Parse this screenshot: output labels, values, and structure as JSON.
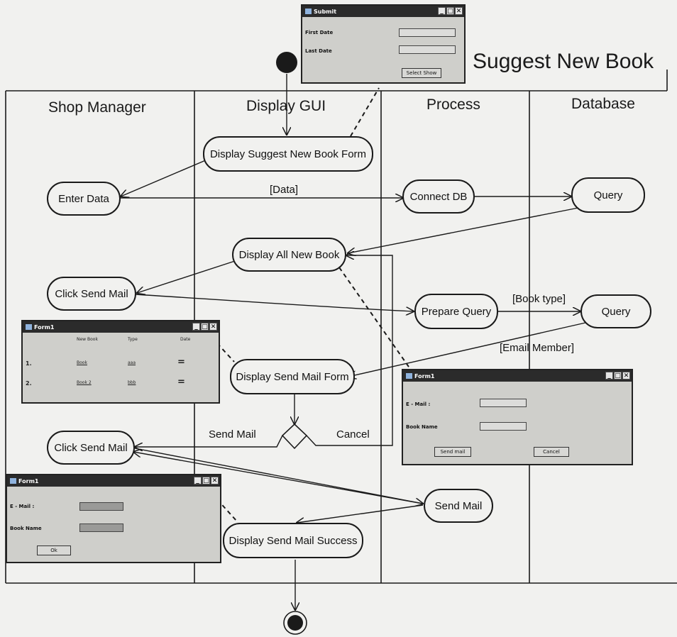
{
  "title": "Suggest New Book",
  "lanes": [
    "Shop Manager",
    "Display GUI",
    "Process",
    "Database"
  ],
  "nodes": {
    "display_suggest_form": "Display Suggest New Book Form",
    "enter_data": "Enter Data",
    "connect_db": "Connect DB",
    "query_1": "Query",
    "display_all_new_book": "Display All New Book",
    "click_send_mail_1": "Click Send Mail",
    "prepare_query": "Prepare Query",
    "query_2": "Query",
    "display_send_mail_form": "Display Send Mail Form",
    "click_send_mail_2": "Click Send Mail",
    "send_mail": "Send Mail",
    "display_send_mail_success": "Display Send Mail Success"
  },
  "edge_labels": {
    "data": "[Data]",
    "book_type": "[Book type]",
    "email_member": "[Email Member]",
    "send_mail": "Send Mail",
    "cancel": "Cancel"
  },
  "windows": {
    "submit": {
      "title": "Submit",
      "first_date_label": "First Date",
      "last_date_label": "Last Date",
      "button": "Select Show"
    },
    "book_list": {
      "title": "Form1",
      "headers": [
        "New Book",
        "Type",
        "Date"
      ],
      "rows": [
        {
          "num": "1.",
          "book": "Book",
          "type": "aaa",
          "date": "="
        },
        {
          "num": "2.",
          "book": "Book 2",
          "type": "bbb",
          "date": "="
        }
      ]
    },
    "mail_form": {
      "title": "Form1",
      "email_label": "E - Mail :",
      "book_name_label": "Book Name",
      "send_button": "Send mail",
      "cancel_button": "Cancel"
    },
    "success_form": {
      "title": "Form1",
      "email_label": "E - Mail :",
      "book_name_label": "Book Name",
      "ok_button": "Ok"
    }
  }
}
